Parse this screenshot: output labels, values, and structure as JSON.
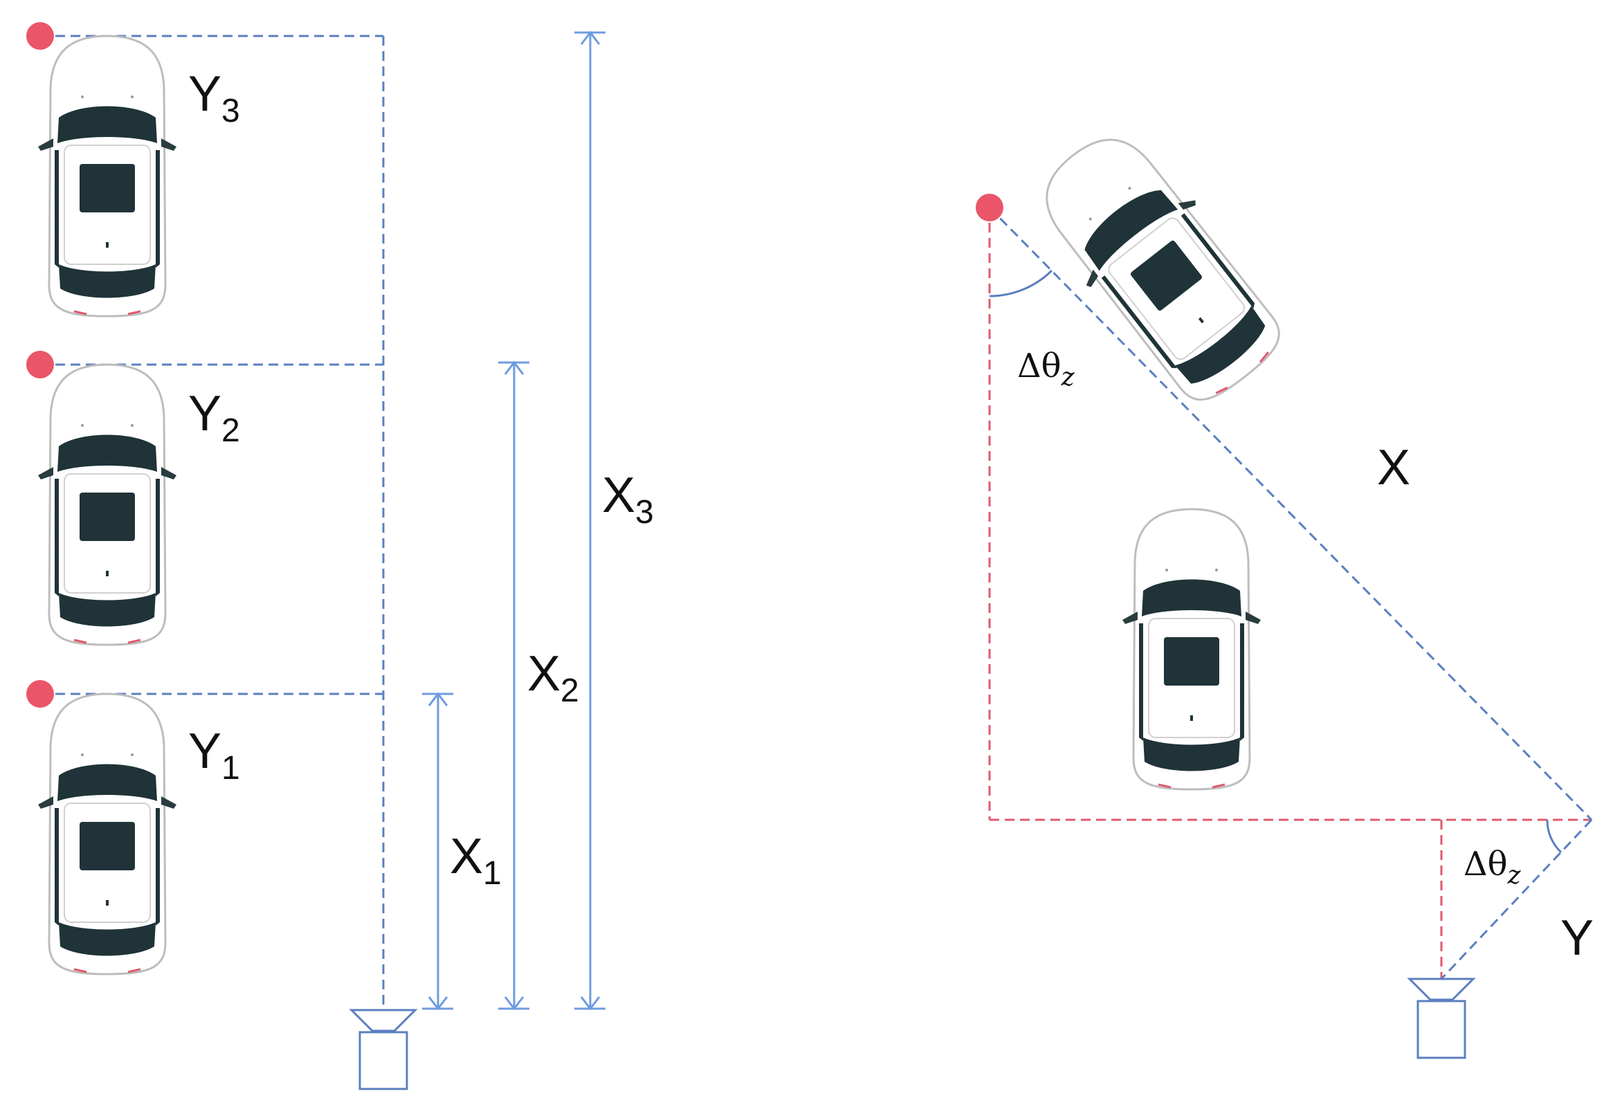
{
  "colors": {
    "blue_dashed": "#5b7fc0",
    "blue_arrow": "#6f9be0",
    "red_dashed": "#e05a6c",
    "marker": "#ea5569",
    "car_body": "#ffffff",
    "car_glass": "#1f3338",
    "car_outline": "#b8b8b8",
    "camera": "#5b7fc0"
  },
  "left_panel": {
    "cars": [
      {
        "id": "car-3",
        "label_main": "Y",
        "label_sub": "3"
      },
      {
        "id": "car-2",
        "label_main": "Y",
        "label_sub": "2"
      },
      {
        "id": "car-1",
        "label_main": "Y",
        "label_sub": "1"
      }
    ],
    "distances": [
      {
        "id": "x1",
        "label_main": "X",
        "label_sub": "1"
      },
      {
        "id": "x2",
        "label_main": "X",
        "label_sub": "2"
      },
      {
        "id": "x3",
        "label_main": "X",
        "label_sub": "3"
      }
    ],
    "camera_icon": "camera-icon"
  },
  "right_panel": {
    "hypotenuse_label": "X",
    "lateral_label": "Y",
    "angle_label_top": {
      "main": "Δθ",
      "sub": "z"
    },
    "angle_label_bottom": {
      "main": "Δθ",
      "sub": "z"
    },
    "camera_icon": "camera-icon"
  }
}
